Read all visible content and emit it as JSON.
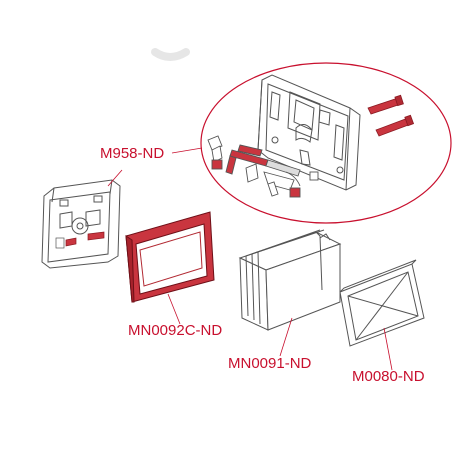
{
  "diagram": {
    "part_labels": {
      "m958": "M958-ND",
      "mn0092c": "MN0092C-ND",
      "mn0091": "MN0091-ND",
      "m0080": "M0080-ND"
    }
  },
  "colors": {
    "accent_red": "#c8102e",
    "part_red_fill": "#c9353f",
    "line_gray": "#555555",
    "light_gray": "#e6e6e6",
    "label_red": "#c8102e"
  }
}
